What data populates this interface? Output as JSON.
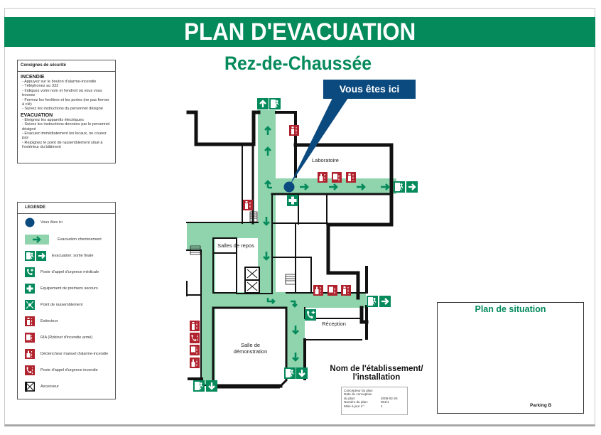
{
  "header": {
    "title": "PLAN D'EVACUATION",
    "floor": "Rez-de-Chaussée"
  },
  "colors": {
    "brand_green": "#048a5b",
    "evac_path_green": "#8fd4ad",
    "fire_red": "#b0222d",
    "you_are_here_blue": "#0b4a7f"
  },
  "consignes": {
    "title": "Consignes de sécurité",
    "incendie": {
      "title": "INCENDIE",
      "items": [
        "- Appuyez sur le bouton d'alarme-incendie",
        "- Téléphonez au 333",
        "- Indiquez votre nom et l'endroit où vous vous trouvez",
        "- Fermez les fenêtres et les portes (ne pas fermer à clé)",
        "- Suivez les instructions du personnel désigné"
      ]
    },
    "evacuation": {
      "title": "EVACUATION",
      "items": [
        "- Eteignez les appareils électriques",
        "- Suivez les instructions données par le personnel désigné",
        "- Evacuez immédiatement les locaux, ne courez pas",
        "- Rejoignez le point de rassemblement situé à l'extérieur du bâtiment"
      ]
    }
  },
  "legende": {
    "title": "LEGENDE",
    "items": [
      {
        "icon": "you-are-here-dot",
        "label": "Vous êtes ici"
      },
      {
        "icon": "evacuation-path-arrow",
        "label": "Evacuation cheminement"
      },
      {
        "icon": "emergency-exit-sign",
        "label": "Evacuation: sortie finale"
      },
      {
        "icon": "medical-phone-icon",
        "label": "Poste d'appel d'urgence médicale"
      },
      {
        "icon": "first-aid-icon",
        "label": "Equipement de premiers secours"
      },
      {
        "icon": "assembly-point-icon",
        "label": "Point de rassemblement"
      },
      {
        "icon": "extinguisher-icon",
        "label": "Extincteur"
      },
      {
        "icon": "fire-hose-icon",
        "label": "RIA (Robinet d'incendie armé)"
      },
      {
        "icon": "fire-alarm-icon",
        "label": "Déclencheur manuel d'alarme-incendie"
      },
      {
        "icon": "fire-phone-icon",
        "label": "Poste d'appel d'urgence incendie"
      },
      {
        "icon": "elevator-icon",
        "label": "Ascenseur"
      }
    ]
  },
  "plan": {
    "you_are_here": "Vous êtes ici",
    "rooms": {
      "laboratoire": "Laboratoire",
      "salles_repos": "Salles de repos",
      "salle_demo_1": "Salle de",
      "salle_demo_2": "démonstration",
      "reception": "Réception"
    }
  },
  "footer": {
    "establishment_line1": "Nom de l'établissement/",
    "establishment_line2": "l'installation",
    "info": [
      {
        "key": "Concepteur du plan:",
        "value": ""
      },
      {
        "key": "Date de conception",
        "value": ""
      },
      {
        "key": "du plan:",
        "value": "2008-02-26"
      },
      {
        "key": "Numéro du plan:",
        "value": "001/1"
      },
      {
        "key": "Mise à jour n°:",
        "value": "1"
      }
    ]
  },
  "situation": {
    "title": "Plan de situation",
    "parking": "Parking B"
  }
}
